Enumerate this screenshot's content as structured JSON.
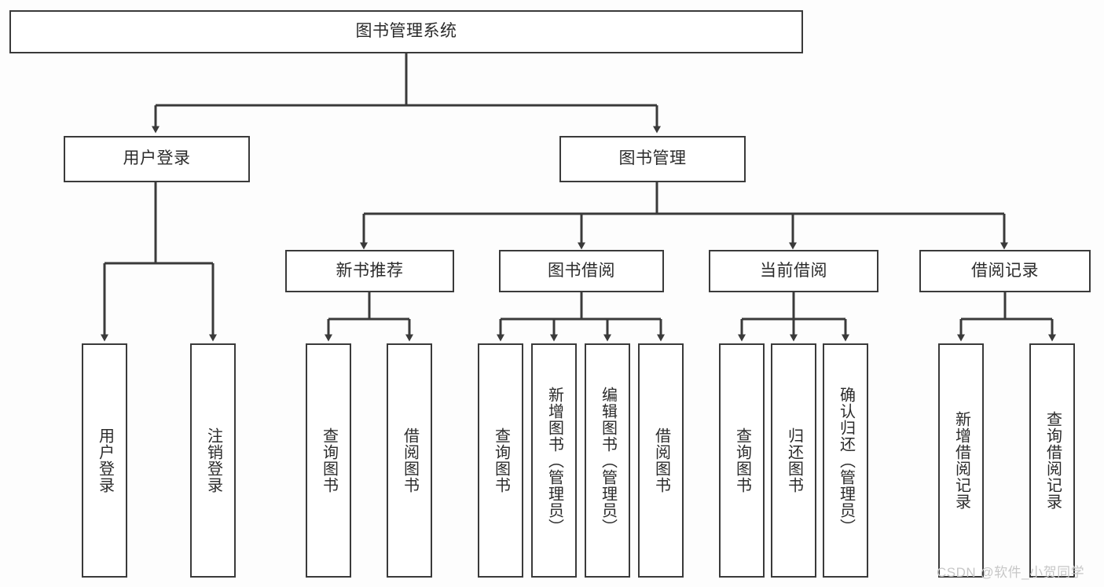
{
  "diagram": {
    "type": "tree-hierarchy-chart",
    "title": "图书管理系统",
    "watermark": "CSDN @软件_小贺同学",
    "colors": {
      "line": "#3a3a3a",
      "box_border": "#3a3a3a",
      "box_fill": "#ffffff",
      "text": "#2b2b2b",
      "background": "#fdfdfd",
      "watermark": "#c7c7c7"
    },
    "nodes": {
      "root": {
        "label": "图书管理系统"
      },
      "level1": [
        {
          "id": "user-login",
          "label": "用户登录"
        },
        {
          "id": "book-manage",
          "label": "图书管理"
        }
      ],
      "level2": [
        {
          "id": "new-book-recommend",
          "label": "新书推荐"
        },
        {
          "id": "book-borrow",
          "label": "图书借阅"
        },
        {
          "id": "current-borrow",
          "label": "当前借阅"
        },
        {
          "id": "borrow-record",
          "label": "借阅记录"
        }
      ],
      "leaves": {
        "user_login": [
          {
            "id": "leaf-user-login",
            "label": "用户登录"
          },
          {
            "id": "leaf-logout-login",
            "label": "注销登录"
          }
        ],
        "new_book_recommend": [
          {
            "id": "leaf-query-book-1",
            "label": "查询图书"
          },
          {
            "id": "leaf-borrow-book-1",
            "label": "借阅图书"
          }
        ],
        "book_borrow": [
          {
            "id": "leaf-query-book-2",
            "label": "查询图书"
          },
          {
            "id": "leaf-add-book",
            "label": "新增图书（管理员）"
          },
          {
            "id": "leaf-edit-book",
            "label": "编辑图书（管理员）"
          },
          {
            "id": "leaf-borrow-book-2",
            "label": "借阅图书"
          }
        ],
        "current_borrow": [
          {
            "id": "leaf-query-book-3",
            "label": "查询图书"
          },
          {
            "id": "leaf-return-book",
            "label": "归还图书"
          },
          {
            "id": "leaf-confirm-return",
            "label": "确认归还（管理员）"
          }
        ],
        "borrow_record": [
          {
            "id": "leaf-add-borrow-record",
            "label": "新增借阅记录"
          },
          {
            "id": "leaf-query-borrow-record",
            "label": "查询借阅记录"
          }
        ]
      }
    }
  }
}
